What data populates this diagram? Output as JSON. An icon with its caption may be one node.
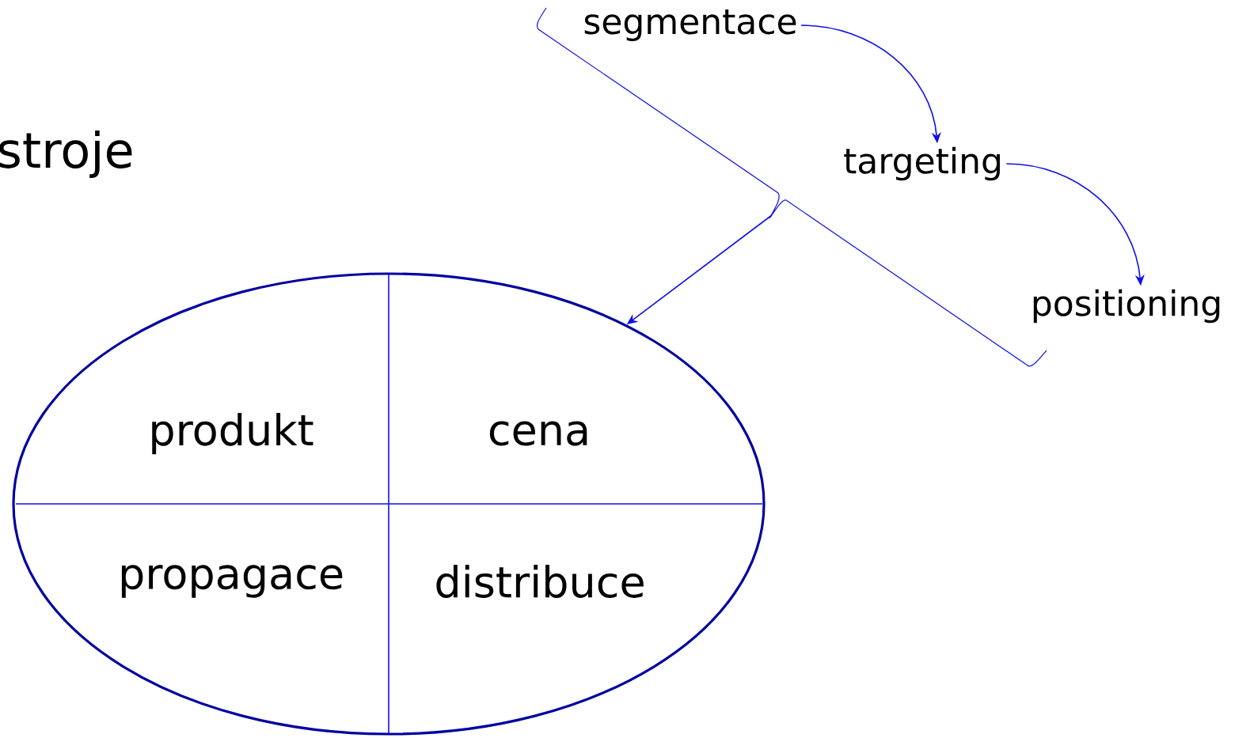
{
  "diagram": {
    "title": "stroje",
    "nodes": [
      {
        "text": [
          "segmentace"
        ]
      },
      {
        "text": [
          "targeting"
        ]
      },
      {
        "text": [
          "positioning"
        ]
      },
      {
        "text": [],
        "shape": "ellipse"
      },
      {
        "text": [
          "produkt"
        ],
        "in": 3
      },
      {
        "text": [
          "cena"
        ],
        "in": 3
      },
      {
        "text": [
          "propagace"
        ],
        "in": 3
      },
      {
        "text": [
          "distribuce"
        ],
        "in": 3
      }
    ],
    "edges": [
      {
        "from": 0,
        "to": 1,
        "arrow": "to"
      },
      {
        "from": 1,
        "to": 2,
        "arrow": "to"
      },
      {
        "from": null,
        "to": 3,
        "arrow": "to"
      }
    ]
  }
}
